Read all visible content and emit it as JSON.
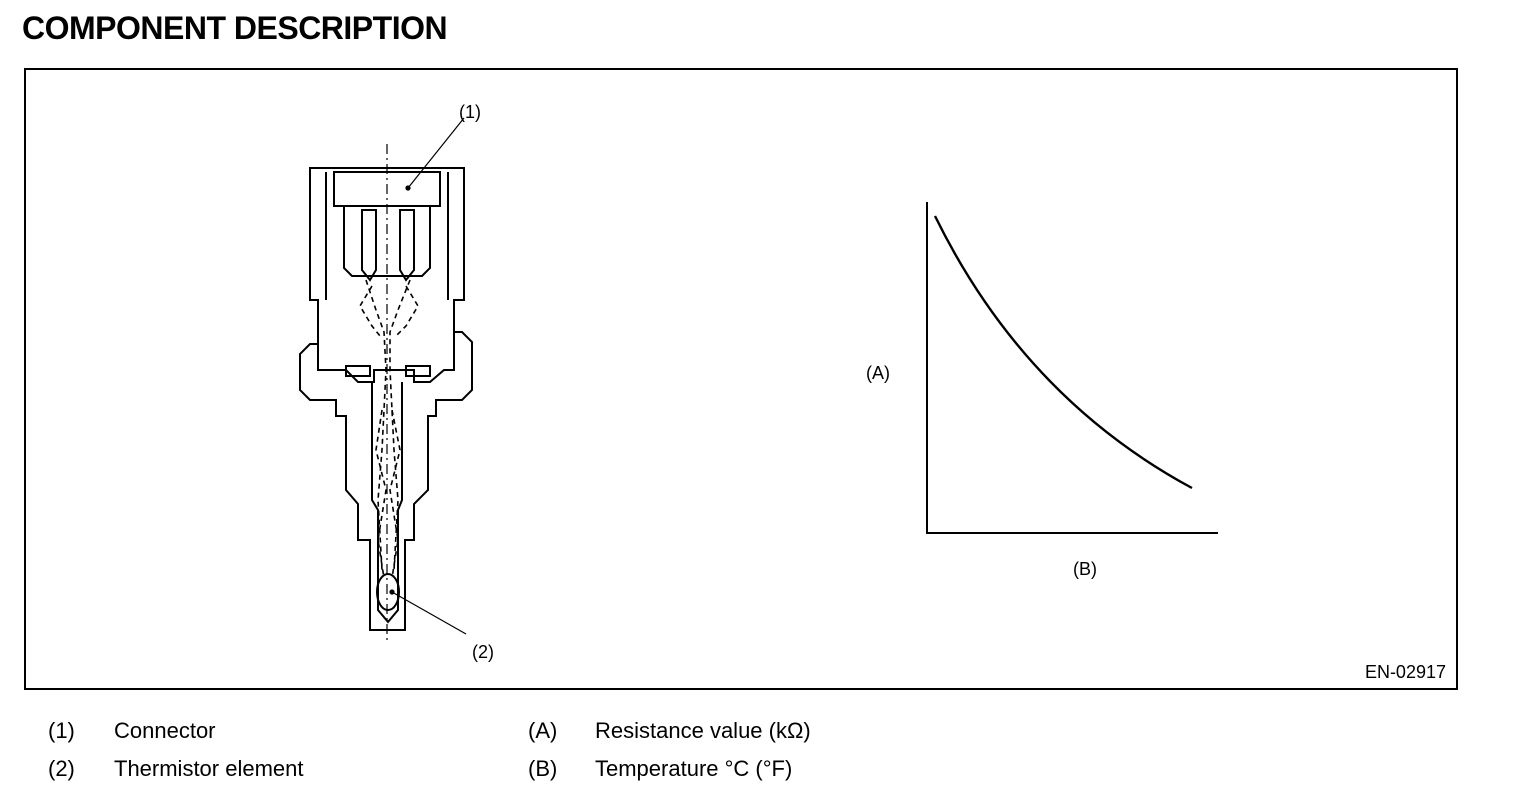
{
  "page_title": "COMPONENT DESCRIPTION",
  "figure": {
    "figure_id": "EN-02917",
    "callouts": {
      "c1": "(1)",
      "c2": "(2)"
    },
    "graph": {
      "y_label": "(A)",
      "x_label": "(B)"
    }
  },
  "legend": [
    {
      "key": "(1)",
      "text": "Connector"
    },
    {
      "key": "(2)",
      "text": "Thermistor element"
    },
    {
      "key": "(A)",
      "text": "Resistance value (kΩ)"
    },
    {
      "key": "(B)",
      "text": "Temperature °C (°F)"
    }
  ]
}
